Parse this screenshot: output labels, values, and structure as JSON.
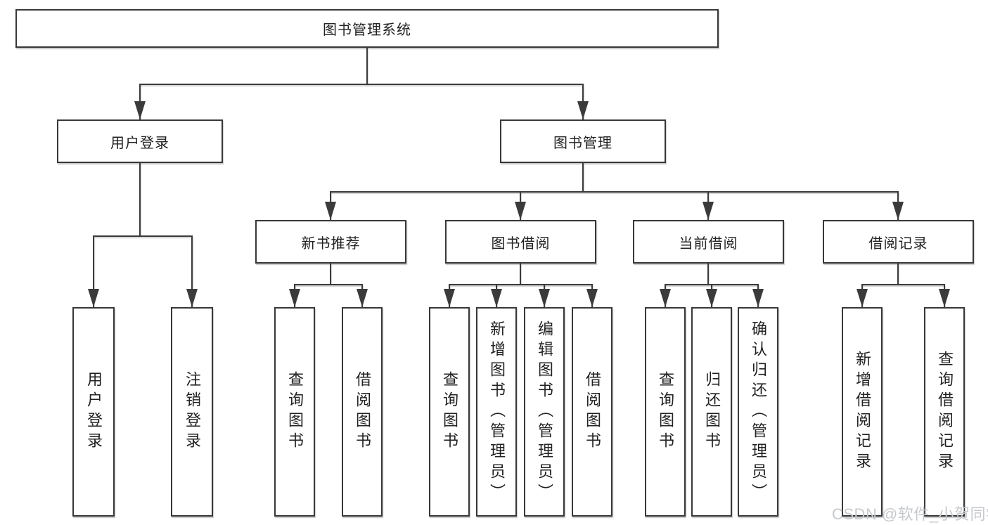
{
  "tree": {
    "root": {
      "label": "图书管理系统",
      "children": [
        {
          "label": "用户登录",
          "children": [
            {
              "label": "用户登录"
            },
            {
              "label": "注销登录"
            }
          ]
        },
        {
          "label": "图书管理",
          "children": [
            {
              "label": "新书推荐",
              "children": [
                {
                  "label": "查询图书"
                },
                {
                  "label": "借阅图书"
                }
              ]
            },
            {
              "label": "图书借阅",
              "children": [
                {
                  "label": "查询图书"
                },
                {
                  "label": "新增图书（管理员）"
                },
                {
                  "label": "编辑图书（管理员）"
                },
                {
                  "label": "借阅图书"
                }
              ]
            },
            {
              "label": "当前借阅",
              "children": [
                {
                  "label": "查询图书"
                },
                {
                  "label": "归还图书"
                },
                {
                  "label": "确认归还（管理员）"
                }
              ]
            },
            {
              "label": "借阅记录",
              "children": [
                {
                  "label": "新增借阅记录"
                },
                {
                  "label": "查询借阅记录"
                }
              ]
            }
          ]
        }
      ]
    }
  },
  "watermark": {
    "text": "CSDN @软件_小贺同学"
  },
  "colors": {
    "line": "#3b3b3b",
    "box_border": "#383838",
    "text": "#222222",
    "watermark": "#c6c9cd",
    "background": "#ffffff"
  }
}
